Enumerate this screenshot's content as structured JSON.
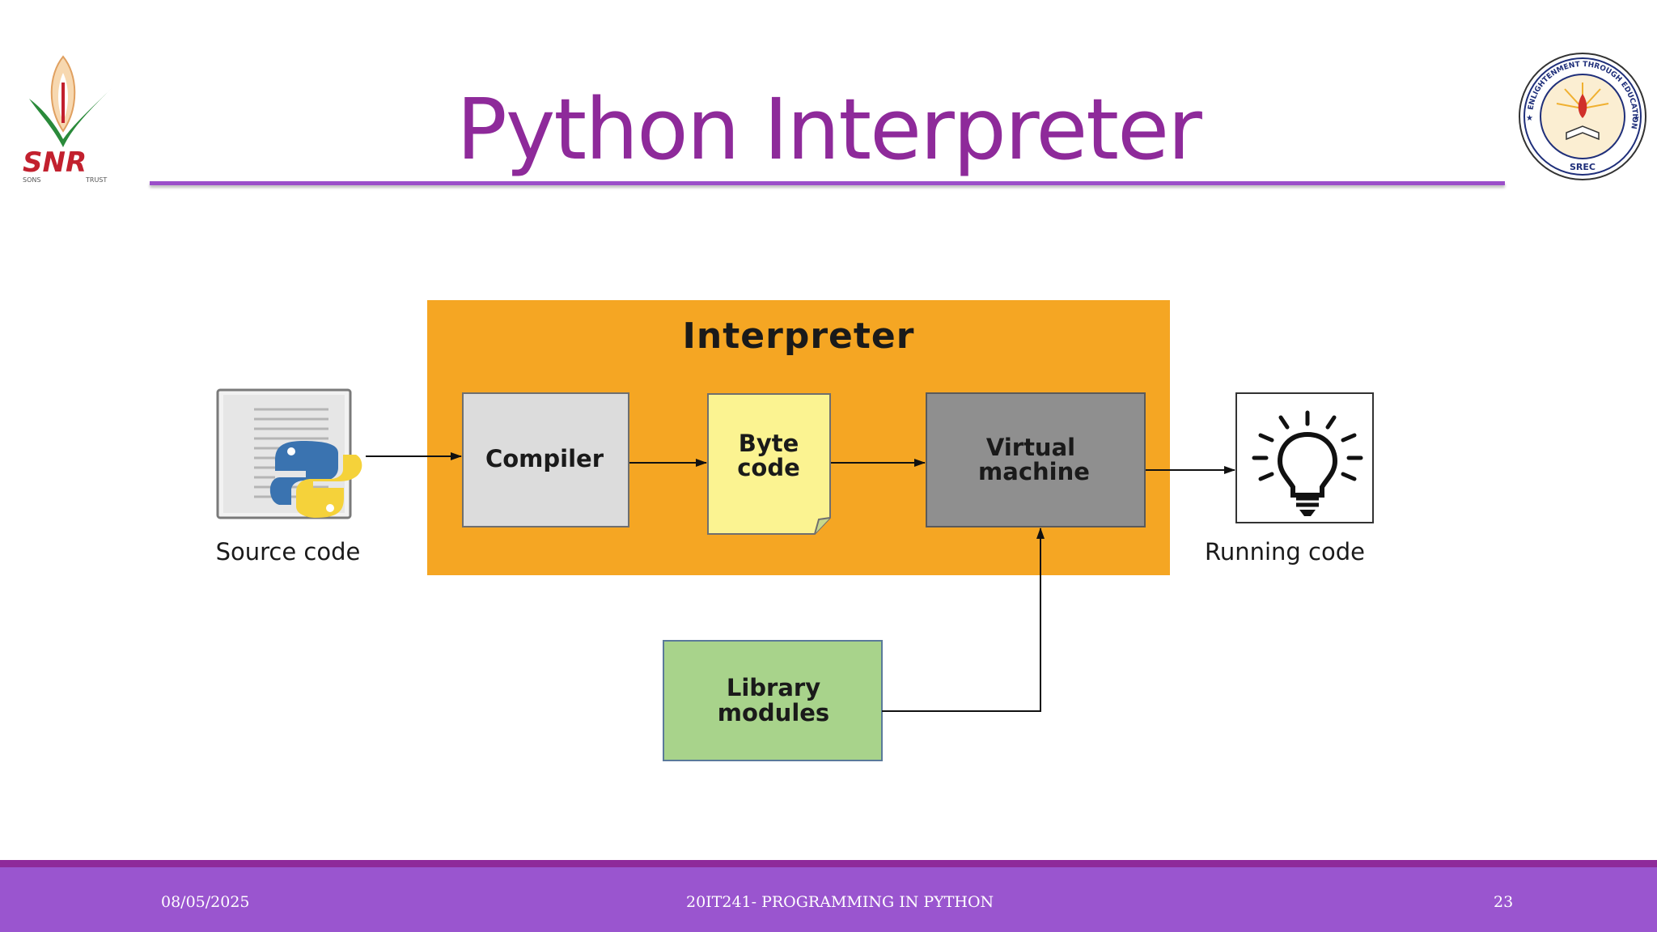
{
  "slide": {
    "title": "Python Interpreter"
  },
  "logos": {
    "left": {
      "text": "SNR",
      "subtext_left": "SONS",
      "subtext_right": "TRUST"
    },
    "right": {
      "ring_text": "ENLIGHTENMENT THROUGH EDUCATION",
      "text": "SREC"
    }
  },
  "diagram": {
    "container_label": "Interpreter",
    "nodes": {
      "source": "Source code",
      "compiler": "Compiler",
      "bytecode_line1": "Byte",
      "bytecode_line2": "code",
      "vm_line1": "Virtual",
      "vm_line2": "machine",
      "library_line1": "Library",
      "library_line2": "modules",
      "running": "Running code"
    },
    "colors": {
      "interpreter": "#f5a623",
      "compiler": "#dcdcdc",
      "bytecode": "#fbf391",
      "vm": "#8f8f8f",
      "library": "#a8d38b"
    },
    "icons": [
      "python-source-file-icon",
      "lightbulb-icon"
    ]
  },
  "footer": {
    "date": "08/05/2025",
    "course": "20IT241- PROGRAMMING IN PYTHON",
    "page": "23"
  }
}
